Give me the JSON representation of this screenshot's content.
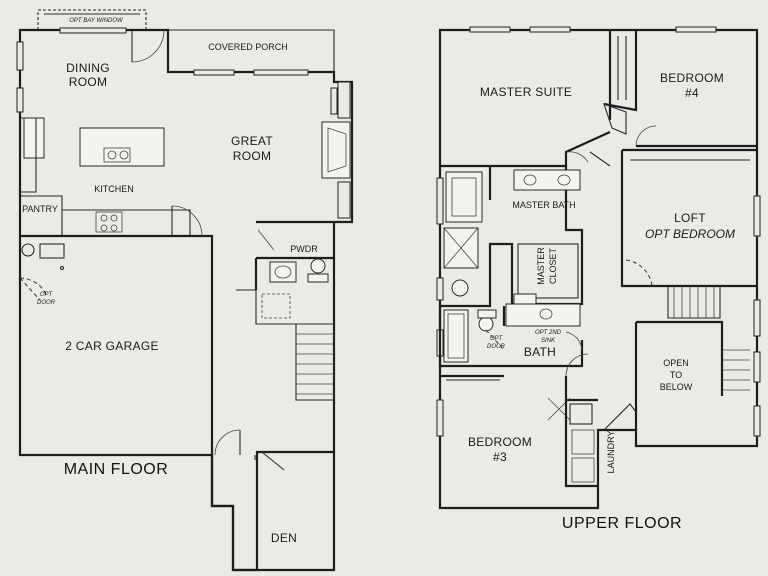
{
  "main_floor": {
    "title": "MAIN FLOOR",
    "rooms": {
      "opt_bay_window": "OPT BAY WINDOW",
      "dining_room_1": "DINING",
      "dining_room_2": "ROOM",
      "covered_porch": "COVERED PORCH",
      "great_room_1": "GREAT",
      "great_room_2": "ROOM",
      "kitchen": "KITCHEN",
      "pantry": "PANTRY",
      "pwdr": "PWDR",
      "opt_door_1": "OPT",
      "opt_door_2": "DOOR",
      "garage": "2 CAR GARAGE",
      "den": "DEN"
    }
  },
  "upper_floor": {
    "title": "UPPER FLOOR",
    "rooms": {
      "master_suite": "MASTER SUITE",
      "bedroom4_1": "BEDROOM",
      "bedroom4_2": "#4",
      "master_bath": "MASTER BATH",
      "master_closet_1": "MASTER",
      "master_closet_2": "CLOSET",
      "loft": "LOFT",
      "opt_bedroom": "OPT BEDROOM",
      "opt_door_1": "OPT",
      "opt_door_2": "DOOR",
      "opt_2nd_sink_1": "OPT 2ND",
      "opt_2nd_sink_2": "SINK",
      "bath": "BATH",
      "open_below_1": "OPEN",
      "open_below_2": "TO",
      "open_below_3": "BELOW",
      "bedroom3_1": "BEDROOM",
      "bedroom3_2": "#3",
      "laundry": "LAUNDRY"
    }
  }
}
